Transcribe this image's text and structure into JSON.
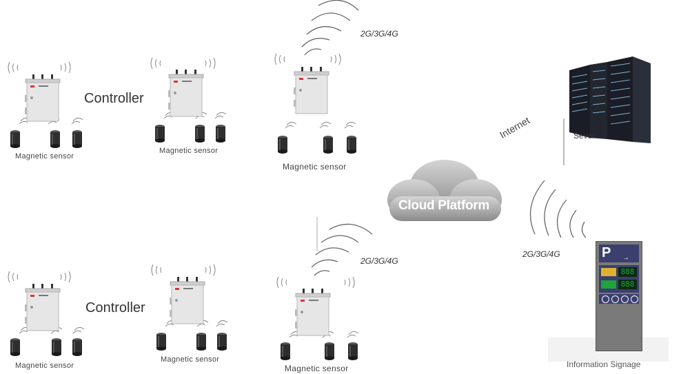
{
  "labels": {
    "controller": "Controller",
    "magnetic_sensor": "Magnetic sensor",
    "cloud_platform": "Cloud Platform",
    "internet": "Internet",
    "server": "Sever",
    "network": "2G/3G/4G",
    "information_signage": "Information Signage"
  },
  "signage": {
    "header": "P",
    "rows": [
      "888",
      "888"
    ]
  },
  "colors": {
    "controller_body": "#e6e6e6",
    "sensor": "#2e2e2e",
    "cloud": "#9a9a9a",
    "signage_panel": "#3b3f6e",
    "signage_green": "#1fa33b",
    "server": "#1a1d25"
  }
}
